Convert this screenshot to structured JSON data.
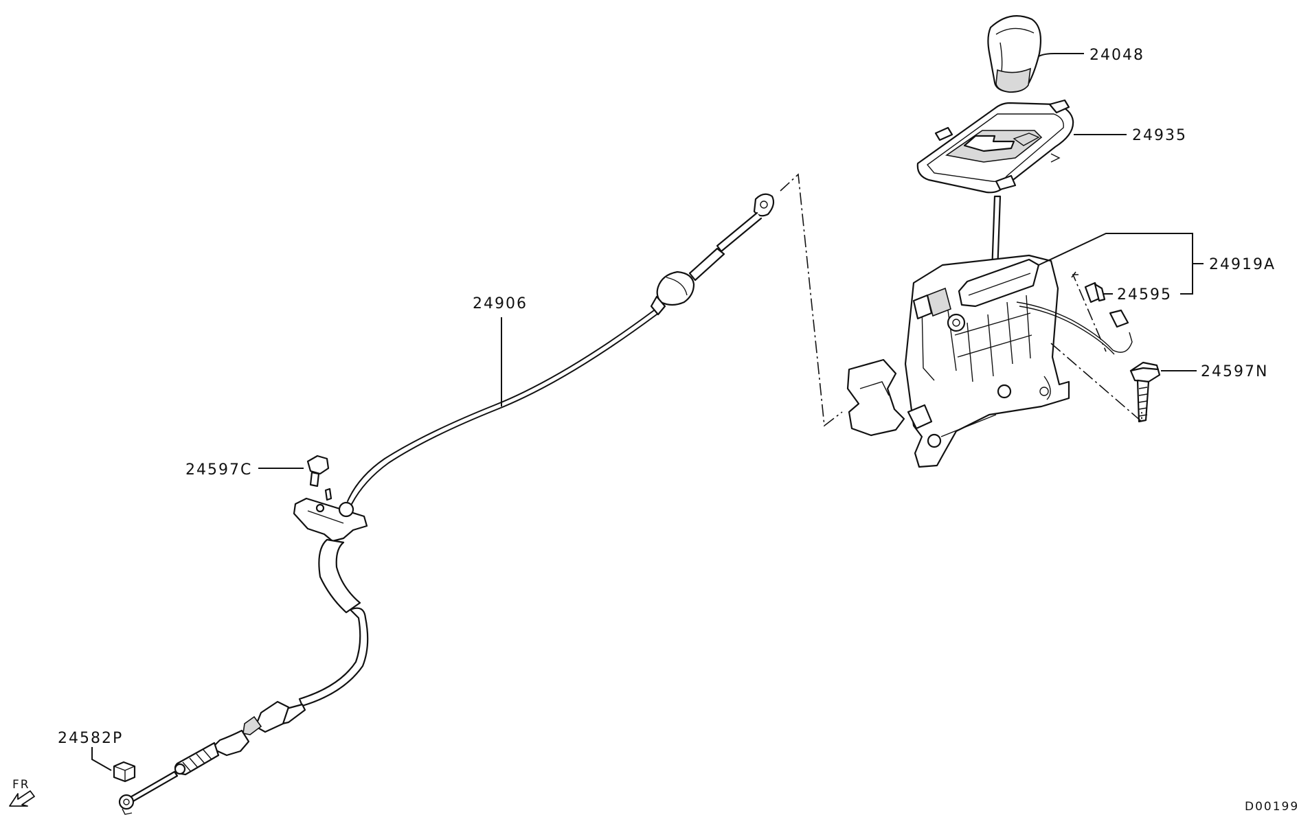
{
  "diagram": {
    "parts": [
      {
        "id": "knob",
        "number": "24048"
      },
      {
        "id": "indicator-panel",
        "number": "24935"
      },
      {
        "id": "shift-lever-assembly",
        "number": "24919A"
      },
      {
        "id": "connector",
        "number": "24595"
      },
      {
        "id": "lever-bolt",
        "number": "24597N"
      },
      {
        "id": "shift-cable",
        "number": "24906"
      },
      {
        "id": "bracket-bolt",
        "number": "24597C"
      },
      {
        "id": "cable-nut",
        "number": "24582P"
      }
    ],
    "direction_marker": "FR",
    "drawing_code": "D00199"
  }
}
